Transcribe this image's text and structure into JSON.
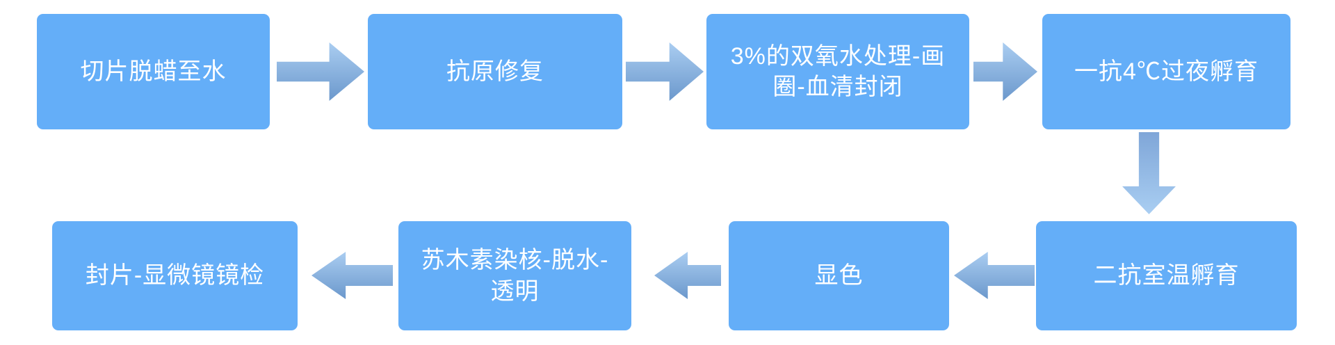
{
  "diagram": {
    "type": "flowchart",
    "background_color": "#ffffff",
    "node_fill_color": "#64AEF8",
    "node_text_color": "#ffffff",
    "arrow_gradient": [
      "#AACDF1",
      "#6B98CC"
    ],
    "steps": [
      {
        "label": "切片脱蜡至水"
      },
      {
        "label": "抗原修复"
      },
      {
        "label": "3%的双氧水处理-画圈-血清封闭"
      },
      {
        "label": "一抗4℃过夜孵育"
      },
      {
        "label": "二抗室温孵育"
      },
      {
        "label": "显色"
      },
      {
        "label": "苏木素染核-脱水-透明"
      },
      {
        "label": "封片-显微镜镜检"
      }
    ],
    "connectors": [
      {
        "from": "切片脱蜡至水",
        "to": "抗原修复",
        "direction": "right"
      },
      {
        "from": "抗原修复",
        "to": "3%的双氧水处理-画圈-血清封闭",
        "direction": "right"
      },
      {
        "from": "3%的双氧水处理-画圈-血清封闭",
        "to": "一抗4℃过夜孵育",
        "direction": "right"
      },
      {
        "from": "一抗4℃过夜孵育",
        "to": "二抗室温孵育",
        "direction": "down"
      },
      {
        "from": "二抗室温孵育",
        "to": "显色",
        "direction": "left"
      },
      {
        "from": "显色",
        "to": "苏木素染核-脱水-透明",
        "direction": "left"
      },
      {
        "from": "苏木素染核-脱水-透明",
        "to": "封片-显微镜镜检",
        "direction": "left"
      }
    ]
  }
}
